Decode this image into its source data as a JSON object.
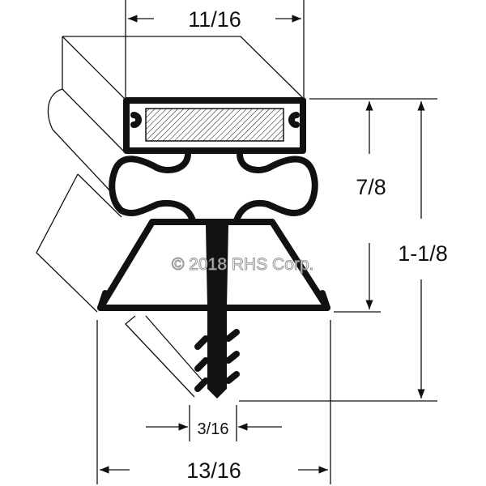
{
  "dimensions": {
    "top_width": "11/16",
    "magnet_height": "7/8",
    "overall_height": "1-1/8",
    "dart_width": "3/16",
    "base_width": "13/16"
  },
  "watermark": "© 2018 RHS Corp.",
  "colors": {
    "line": "#111111",
    "background": "#ffffff"
  }
}
